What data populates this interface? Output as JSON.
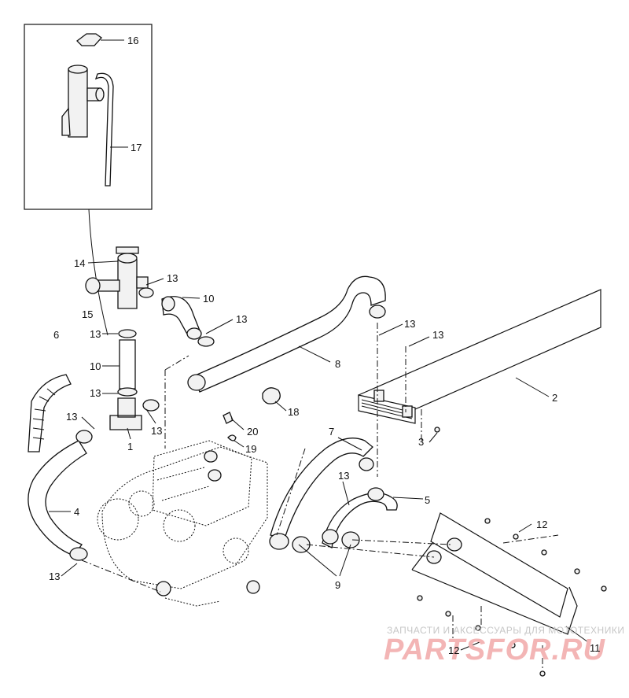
{
  "callouts": [
    {
      "id": "c16",
      "text": "16"
    },
    {
      "id": "c17",
      "text": "17"
    },
    {
      "id": "c14",
      "text": "14"
    },
    {
      "id": "c13a",
      "text": "13"
    },
    {
      "id": "c15",
      "text": "15"
    },
    {
      "id": "c10a",
      "text": "10"
    },
    {
      "id": "c13b",
      "text": "13"
    },
    {
      "id": "c6",
      "text": "6"
    },
    {
      "id": "c13c",
      "text": "13"
    },
    {
      "id": "c10b",
      "text": "10"
    },
    {
      "id": "c13d",
      "text": "13"
    },
    {
      "id": "c13e",
      "text": "13"
    },
    {
      "id": "c13f",
      "text": "13"
    },
    {
      "id": "c1",
      "text": "1"
    },
    {
      "id": "c8",
      "text": "8"
    },
    {
      "id": "c13g",
      "text": "13"
    },
    {
      "id": "c13h",
      "text": "13"
    },
    {
      "id": "c2",
      "text": "2"
    },
    {
      "id": "c18",
      "text": "18"
    },
    {
      "id": "c20",
      "text": "20"
    },
    {
      "id": "c19",
      "text": "19"
    },
    {
      "id": "c7",
      "text": "7"
    },
    {
      "id": "c3",
      "text": "3"
    },
    {
      "id": "c4",
      "text": "4"
    },
    {
      "id": "c13i",
      "text": "13"
    },
    {
      "id": "c5",
      "text": "5"
    },
    {
      "id": "c12a",
      "text": "12"
    },
    {
      "id": "c9",
      "text": "9"
    },
    {
      "id": "c13j",
      "text": "13"
    },
    {
      "id": "c11",
      "text": "11"
    },
    {
      "id": "c12b",
      "text": "12"
    }
  ],
  "watermark": {
    "line1": "ЗАПЧАСТИ И АКСЕССУАРЫ ДЛЯ МОТОТЕХНИКИ",
    "line2": "PARTSFOR.RU",
    "color": "#e23b3b"
  }
}
